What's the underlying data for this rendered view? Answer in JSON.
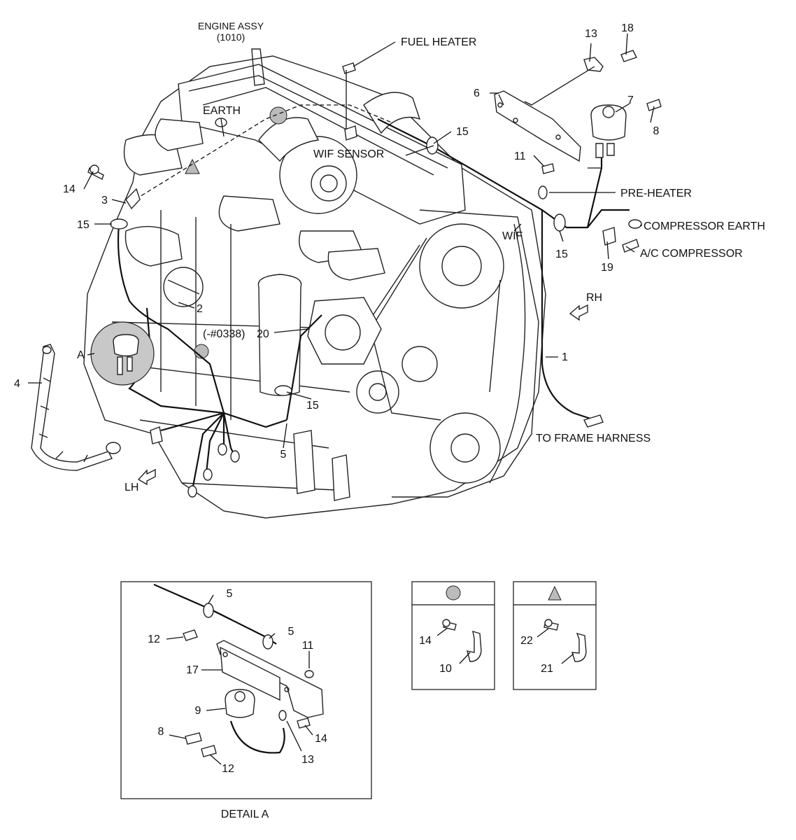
{
  "labels": {
    "engine_assy": "ENGINE ASSY",
    "engine_code": "(1010)",
    "fuel_heater": "FUEL HEATER",
    "earth": "EARTH",
    "wif_sensor": "WIF SENSOR",
    "pre_heater": "PRE-HEATER",
    "compressor_earth": "COMPRESSOR EARTH",
    "ac_compressor": "A/C COMPRESSOR",
    "wif": "WIF",
    "rh": "RH",
    "lh": "LH",
    "to_frame_harness": "TO FRAME HARNESS",
    "serial_note": "(-#0338)",
    "detail_a_letter": "A",
    "detail_a_title": "DETAIL A"
  },
  "callouts": {
    "c13_top": "13",
    "c18": "18",
    "c6": "6",
    "c7": "7",
    "c8_top": "8",
    "c11_top": "11",
    "c15_a": "15",
    "c14_left": "14",
    "c3": "3",
    "c15_left": "15",
    "c15_right": "15",
    "c19": "19",
    "c2": "2",
    "c20": "20",
    "c1": "1",
    "c4": "4",
    "c15_mid": "15",
    "c5_main": "5"
  },
  "detail_a": {
    "c5_a": "5",
    "c5_b": "5",
    "c12_a": "12",
    "c11": "11",
    "c17": "17",
    "c9": "9",
    "c8": "8",
    "c14": "14",
    "c13": "13",
    "c12_b": "12"
  },
  "legend_circle": {
    "c14": "14",
    "c10": "10"
  },
  "legend_triangle": {
    "c22": "22",
    "c21": "21"
  }
}
